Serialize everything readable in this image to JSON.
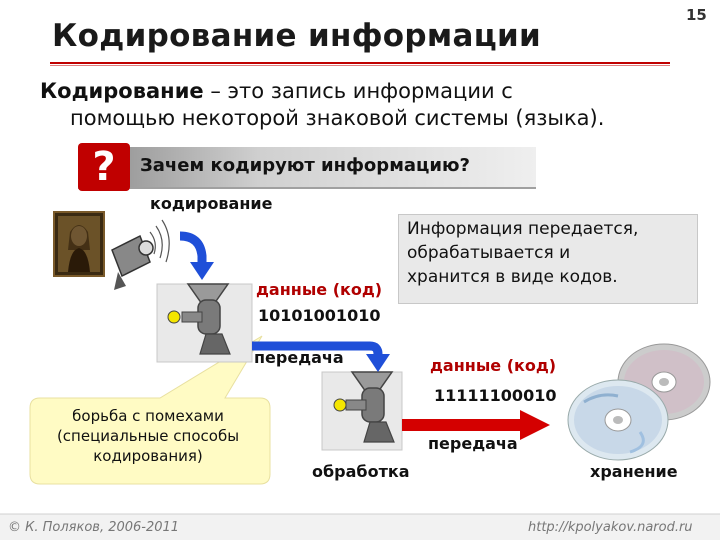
{
  "slide": {
    "number": "15",
    "title": "Кодирование информации"
  },
  "definition": {
    "term": "Кодирование",
    "line1_rest": " – это запись информации с",
    "line2": "помощью некоторой знаковой системы (языка)."
  },
  "question": {
    "mark": "?",
    "text": "Зачем кодируют информацию?"
  },
  "info_box": {
    "line1": "Информация передается,",
    "line2": "обрабатывается и",
    "line3": "хранится в виде кодов."
  },
  "labels": {
    "encoding": "кодирование",
    "data_code_1": "данные (код)",
    "binary_1": "10101001010",
    "transmission_1": "передача",
    "data_code_2": "данные (код)",
    "binary_2": "11111100010",
    "transmission_2": "передача",
    "processing": "обработка",
    "storage": "хранение"
  },
  "bubble": {
    "line1": "борьба с помехами",
    "line2": "(специальные способы",
    "line3": "кодирования)"
  },
  "footer": {
    "left": "© К. Поляков, 2006-2011",
    "right": "http://kpolyakov.narod.ru"
  },
  "colors": {
    "accent_red": "#c00000",
    "arrow_blue": "#1f4fd8",
    "box_gray": "#e9e9e9",
    "bubble_yellow": "#fffbc4"
  }
}
